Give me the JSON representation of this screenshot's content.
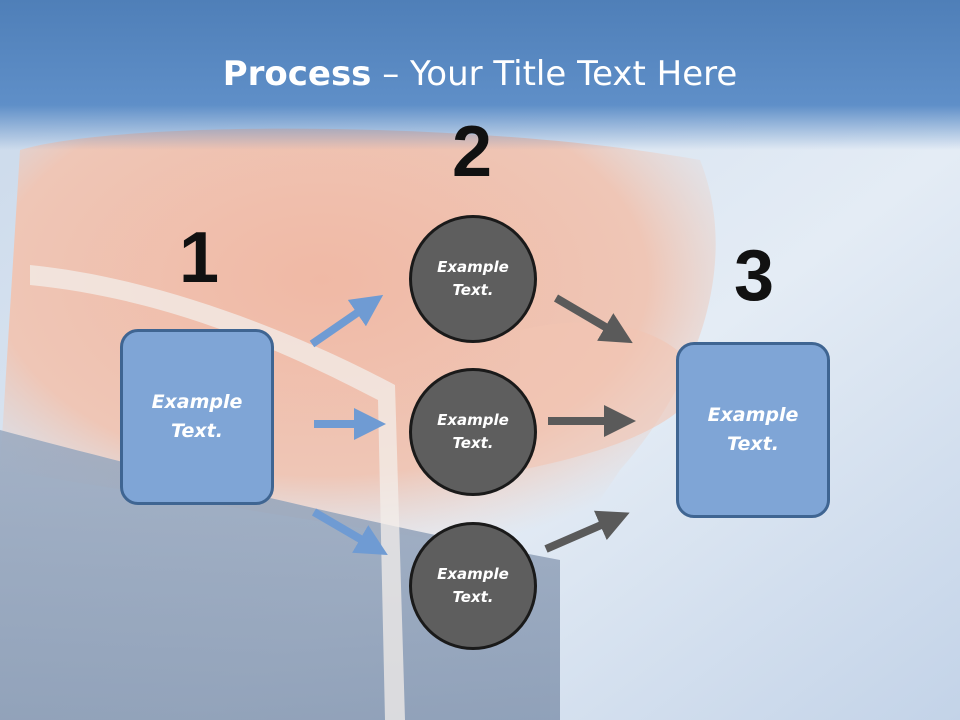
{
  "title": {
    "bold": "Process",
    "rest": " – Your Title Text Here"
  },
  "steps": {
    "one": "1",
    "two": "2",
    "three": "3"
  },
  "left_box": {
    "text": "Example Text."
  },
  "right_box": {
    "text": "Example Text."
  },
  "circles": [
    {
      "text": "Example Text."
    },
    {
      "text": "Example Text."
    },
    {
      "text": "Example Text."
    }
  ],
  "colors": {
    "title_band": "#5f8fc8",
    "box_fill": "#7fa5d6",
    "circle_fill": "#5e5e5e",
    "arrow_blue": "#6f9bd3",
    "arrow_gray": "#5a5a5a"
  }
}
